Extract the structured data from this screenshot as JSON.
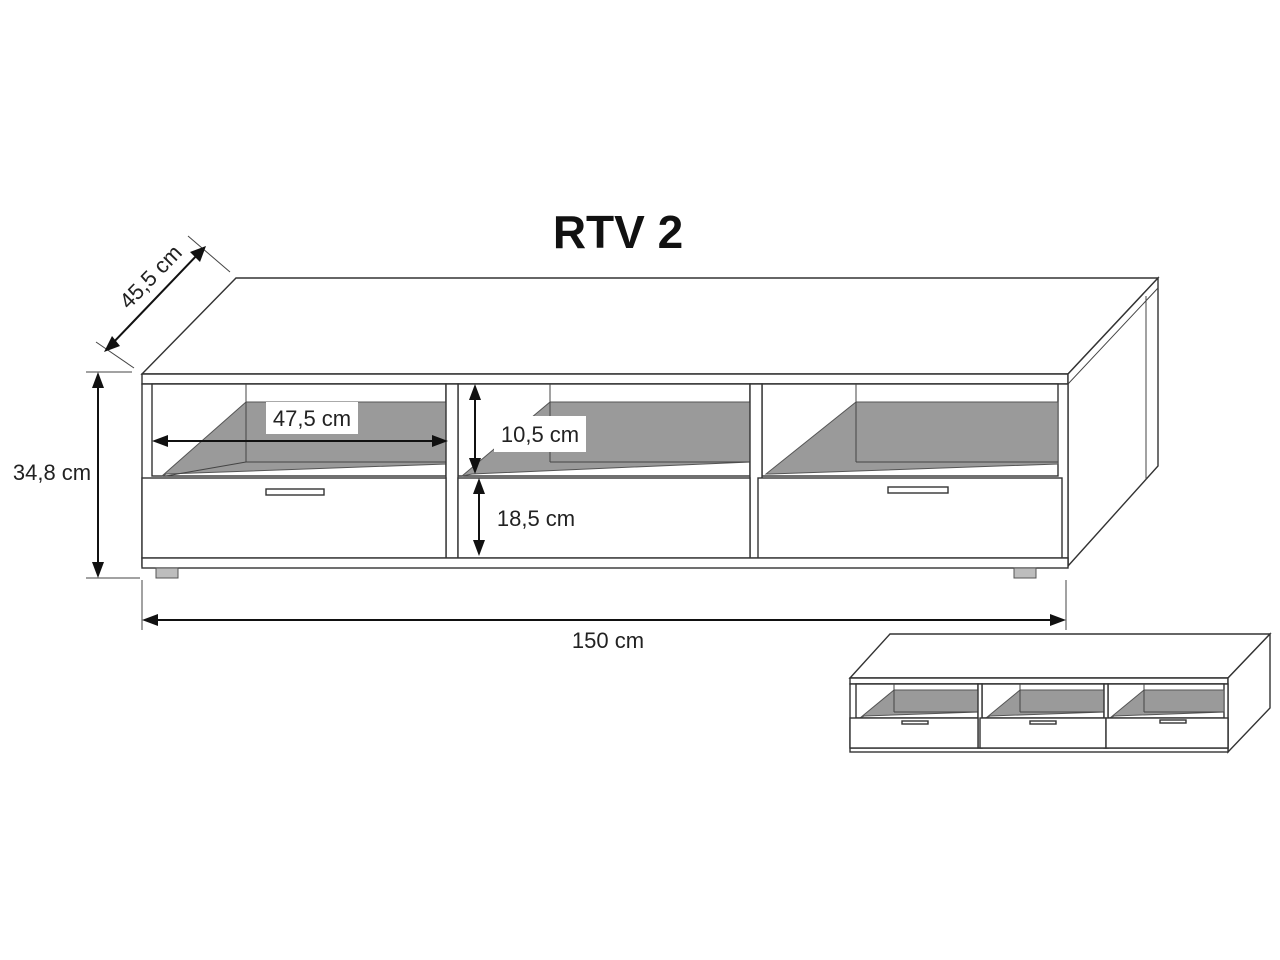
{
  "title": "RTV 2",
  "dimensions": {
    "depth": "45,5 cm",
    "height": "34,8 cm",
    "width": "150 cm",
    "compartment_width": "47,5 cm",
    "shelf_height": "10,5 cm",
    "drawer_height": "18,5 cm"
  },
  "colors": {
    "shelf_fill": "#9a9a9a",
    "line": "#333333",
    "background": "#ffffff"
  }
}
